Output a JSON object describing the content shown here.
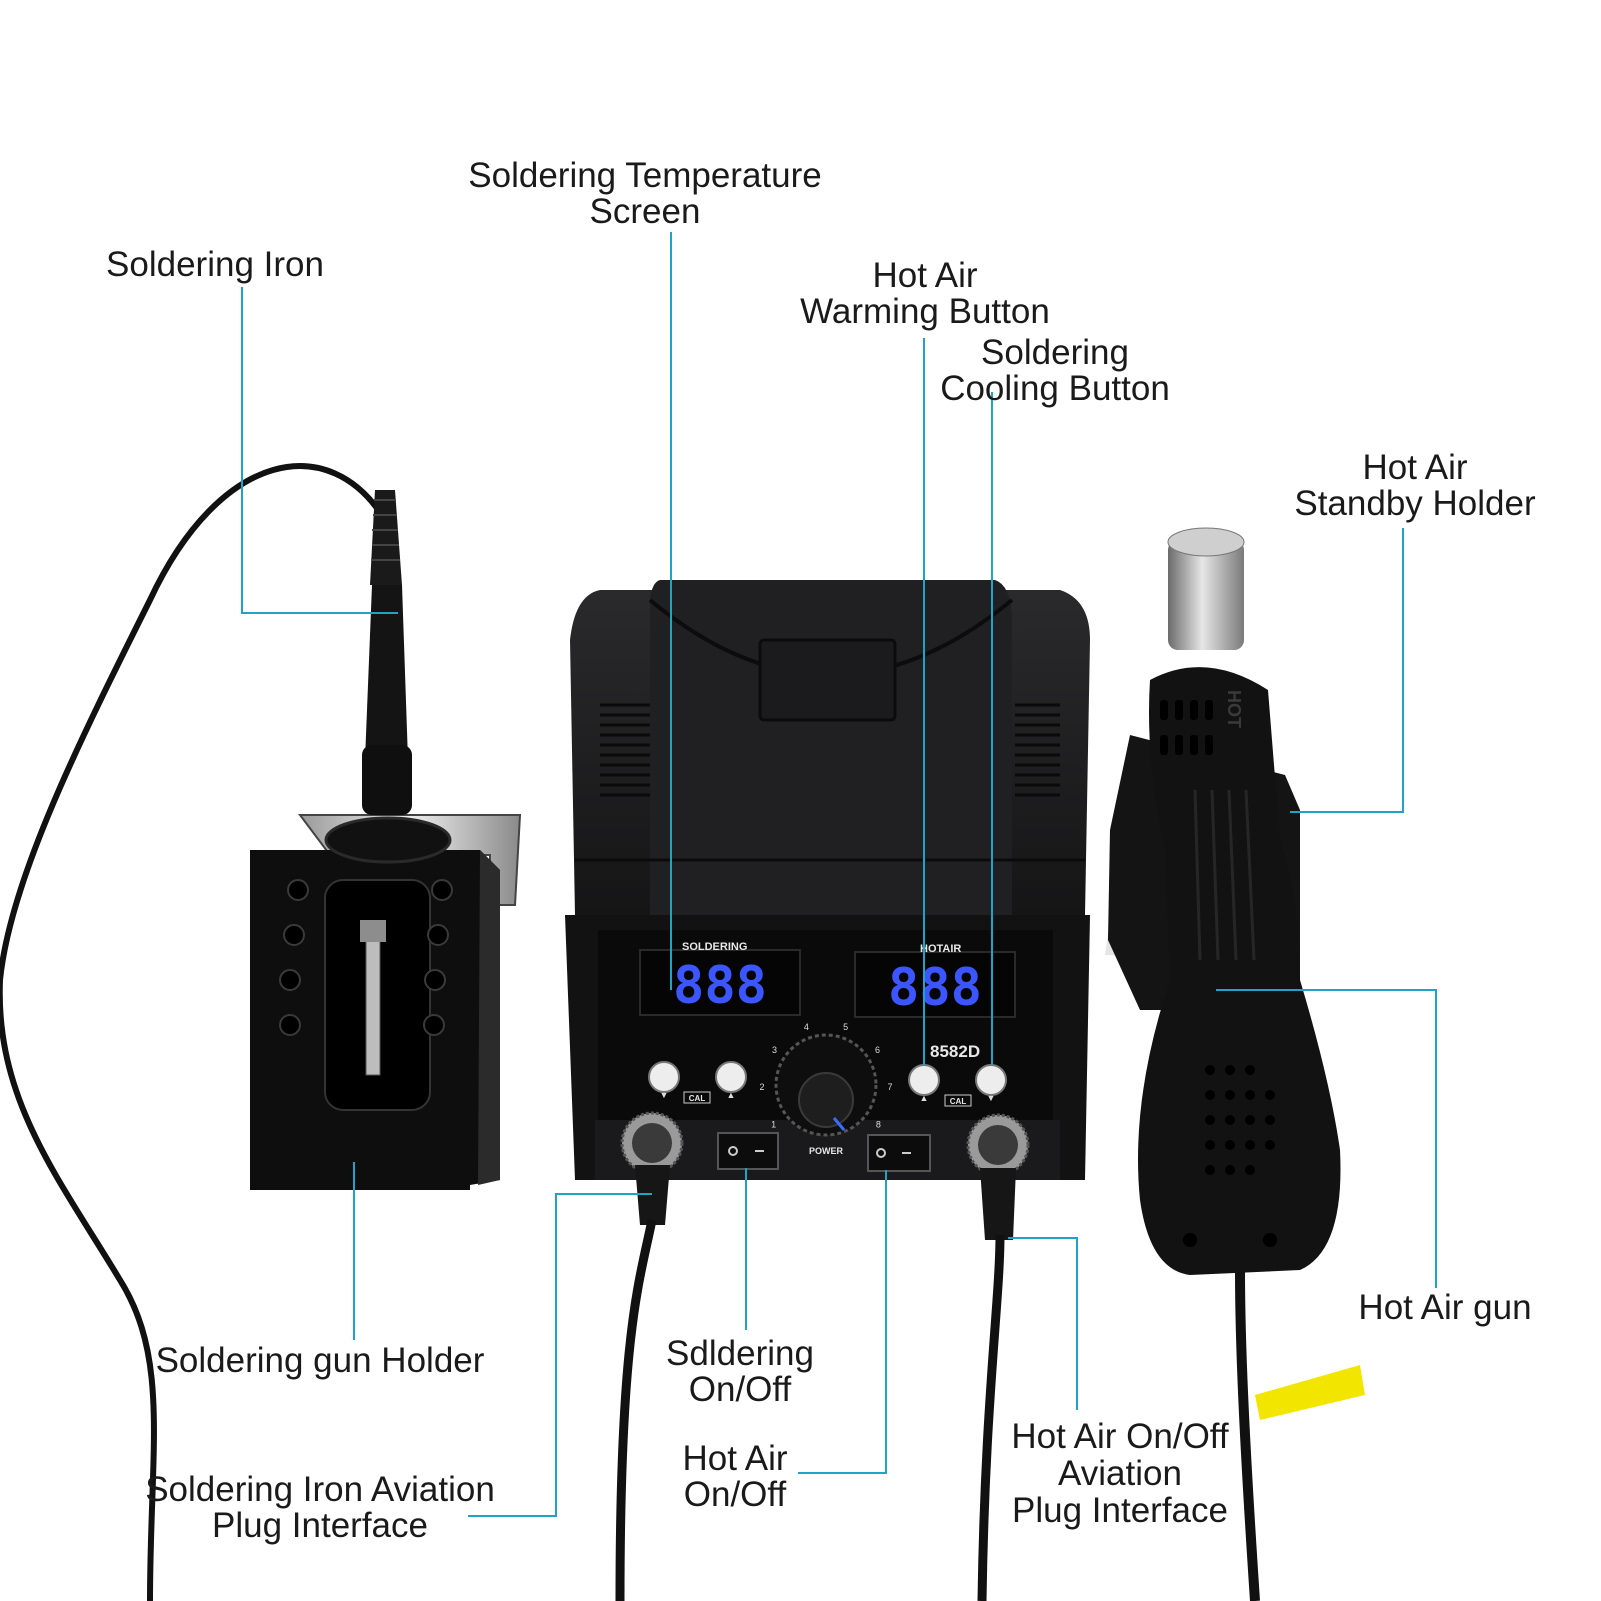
{
  "colors": {
    "leader": "#1fa3c9",
    "station_body": "#1c1c1e",
    "display_digits": "#3b55ff",
    "tag": "#f2e600"
  },
  "device": {
    "panel_left_label": "SOLDERING",
    "panel_right_label": "HOTAIR",
    "left_display": "888",
    "right_display": "888",
    "model": "8582D",
    "power_label": "POWER",
    "cal_left": "CAL",
    "cal_right": "CAL",
    "dial_ticks": [
      "1",
      "2",
      "3",
      "4",
      "5",
      "6",
      "7",
      "8"
    ],
    "gun_brand": "HOT"
  },
  "labels": {
    "soldering_temperature_screen": [
      "Soldering Temperature",
      "Screen"
    ],
    "soldering_iron": [
      "Soldering Iron"
    ],
    "hot_air_warming_button": [
      "Hot Air",
      "Warming Button"
    ],
    "soldering_cooling_button": [
      "Soldering",
      "Cooling Button"
    ],
    "hot_air_standby_holder": [
      "Hot Air",
      "Standby Holder"
    ],
    "hot_air_gun": [
      "Hot Air gun"
    ],
    "soldering_gun_holder": [
      "Soldering gun Holder"
    ],
    "soldering_on_off": [
      "Sdldering",
      "On/Off"
    ],
    "hot_air_on_off": [
      "Hot Air",
      "On/Off"
    ],
    "soldering_iron_aviation_plug": [
      "Soldering Iron Aviation",
      "Plug Interface"
    ],
    "hot_air_aviation_plug": [
      "Hot Air On/Off",
      "Aviation",
      "Plug Interface"
    ]
  }
}
